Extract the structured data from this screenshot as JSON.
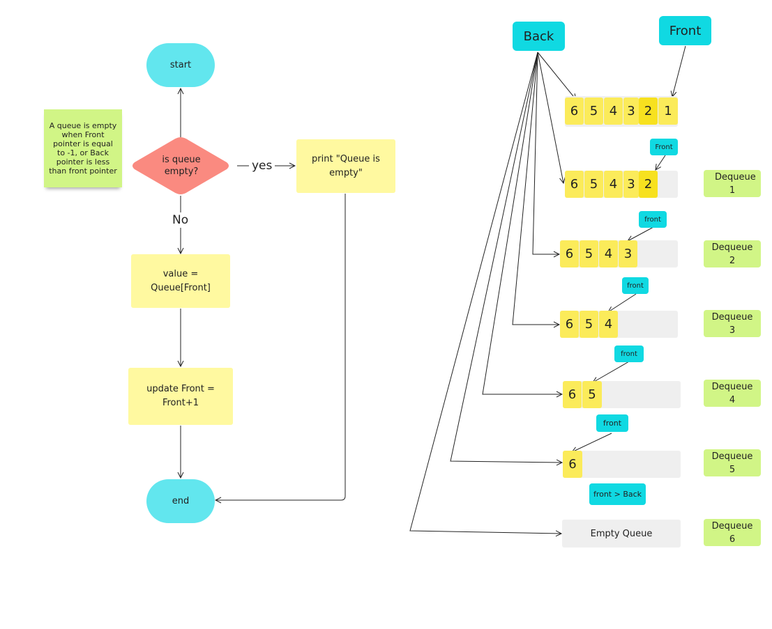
{
  "flowchart": {
    "start": "start",
    "decision": "is queue empty?",
    "yes_label": "yes",
    "no_label": "No",
    "print": "print \"Queue is empty\"",
    "value": "value = Queue[Front]",
    "update": "update Front = Front+1",
    "end": "end",
    "note": "A queue is empty when Front pointer is equal to -1, or Back pointer is less than front pointer"
  },
  "queue_diagram": {
    "back_label": "Back",
    "front_label": "Front",
    "rows": [
      {
        "cells": [
          "6",
          "5",
          "4",
          "3",
          "2",
          "1"
        ],
        "front_tag": "",
        "dequeue": ""
      },
      {
        "cells": [
          "6",
          "5",
          "4",
          "3",
          "2"
        ],
        "front_tag": "Front",
        "dequeue": "Dequeue 1"
      },
      {
        "cells": [
          "6",
          "5",
          "4",
          "3"
        ],
        "front_tag": "front",
        "dequeue": "Dequeue 2"
      },
      {
        "cells": [
          "6",
          "5",
          "4"
        ],
        "front_tag": "front",
        "dequeue": "Dequeue 3"
      },
      {
        "cells": [
          "6",
          "5"
        ],
        "front_tag": "front",
        "dequeue": "Dequeue 4"
      },
      {
        "cells": [
          "6"
        ],
        "front_tag": "front",
        "dequeue": "Dequeue 5"
      }
    ],
    "front_gt_back": "front > Back",
    "empty_queue": "Empty Queue",
    "dequeue_6": "Dequeue 6"
  },
  "colors": {
    "terminal": "#62e6ee",
    "process": "#fff9a0",
    "decision": "#fa8a80",
    "note": "#d1f586",
    "pointer_tag": "#10d9e2",
    "cell": "#fbeb5a",
    "track": "#efefef"
  }
}
